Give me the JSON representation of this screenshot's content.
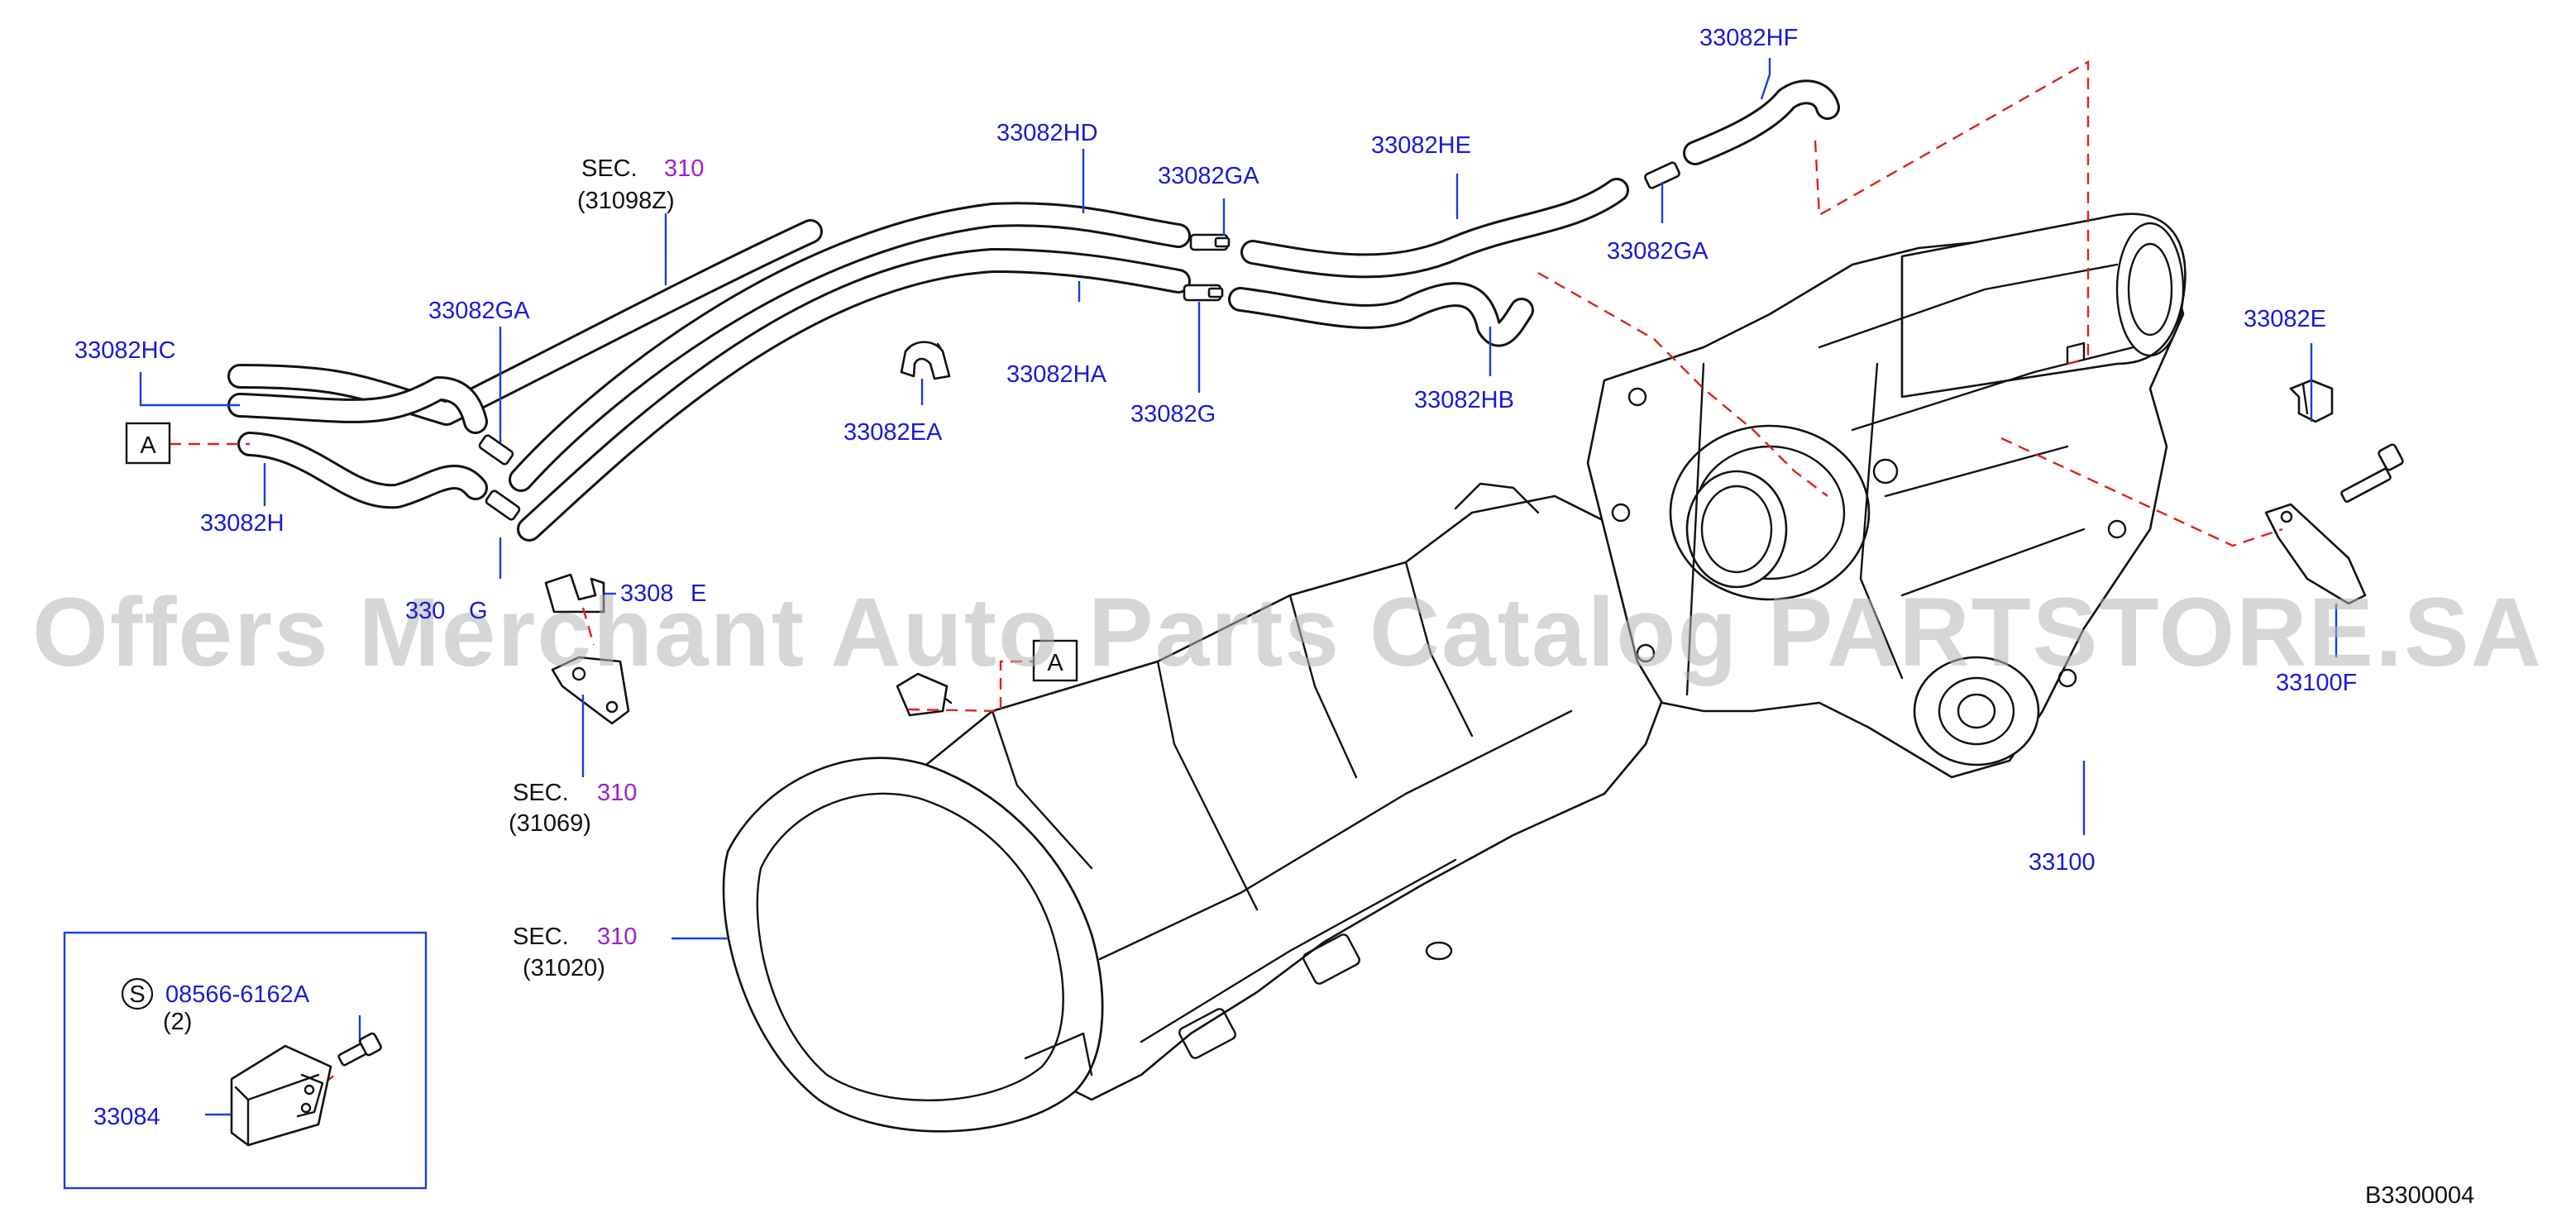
{
  "diagram_code": "B3300004",
  "watermark": "Offers Merchant Auto Parts Catalog PARTSTORE.SA",
  "section_refs": [
    {
      "prefix": "SEC.",
      "number": "310",
      "sub": "(31098Z)"
    },
    {
      "prefix": "SEC.",
      "number": "310",
      "sub": "(31069)"
    },
    {
      "prefix": "SEC.",
      "number": "310",
      "sub": "(31020)"
    }
  ],
  "part_labels": {
    "hf": "33082HF",
    "hd": "33082HD",
    "he": "33082HE",
    "ga_center": "33082GA",
    "ga_right": "33082GA",
    "ga_left": "33082GA",
    "hc": "33082HC",
    "h": "33082H",
    "g_left": "330",
    "g_left_tail": "G",
    "ha": "33082HA",
    "g_center": "33082G",
    "hb": "33082HB",
    "ea": "33082EA",
    "e_left": "3308",
    "e_left_tail": "E",
    "e_right": "33082E",
    "f": "33100F",
    "transfer": "33100"
  },
  "view_markers": {
    "left": "A",
    "center": "A"
  },
  "inset": {
    "symbol": "S",
    "bolt_part": "08566-6162A",
    "bolt_qty": "(2)",
    "module_part": "33084"
  },
  "colors": {
    "label": "#1a1ad6",
    "section_number": "#9b1fc8",
    "leader": "#1a3fd6",
    "dashed": "#e02020",
    "line": "#111111"
  }
}
